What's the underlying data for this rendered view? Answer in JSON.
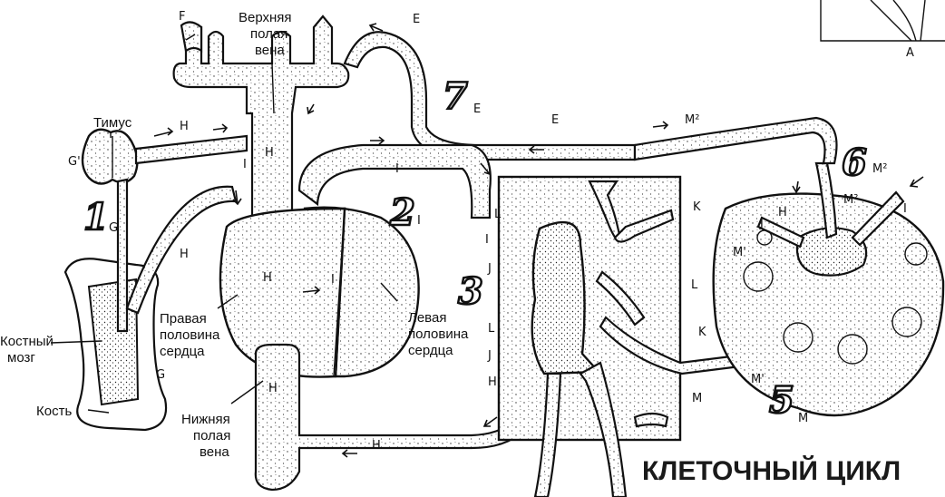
{
  "title": "КЛЕТОЧНЫЙ ЦИКЛ",
  "labels": {
    "superior_vena_cava": [
      "Верхняя",
      "полая",
      "вена"
    ],
    "thymus": "Тимус",
    "right_heart": [
      "Правая",
      "половина",
      "сердца"
    ],
    "left_heart": [
      "Левая",
      "половина",
      "сердца"
    ],
    "inferior_vena_cava": [
      "Нижняя",
      "полая",
      "вена"
    ],
    "bone_marrow": [
      "Костный",
      "мозг"
    ],
    "bone": "Кость"
  },
  "stage_numbers": [
    "1",
    "2",
    "3",
    "5",
    "6",
    "7"
  ],
  "stage_letters": [
    "G",
    "I",
    "M",
    "M²",
    "E"
  ],
  "letters": {
    "F": "F",
    "E": "E",
    "H": "H",
    "G1": "G'",
    "G": "G",
    "I": "I",
    "J": "J",
    "K": "K",
    "L": "L",
    "M": "M",
    "M1": "M'",
    "M2": "M²",
    "A": "A"
  }
}
